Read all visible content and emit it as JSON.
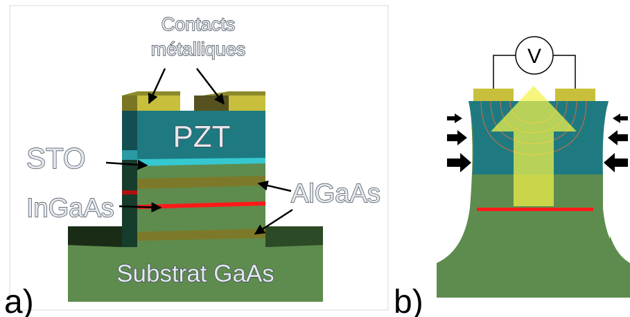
{
  "panel_a": {
    "tag": "a)",
    "labels": {
      "contacts_line1": "Contacts",
      "contacts_line2": "métalliques",
      "pzt": "PZT",
      "sto": "STO",
      "ingaas": "InGaAs",
      "algaas": "AlGaAs",
      "substrate": "Substrat GaAs"
    }
  },
  "panel_b": {
    "tag": "b)",
    "voltmeter": "V"
  },
  "colors": {
    "contact": "#c8c03c",
    "pzt": "#1e7a80",
    "sto": "#35c8d0",
    "gaas": "#5e8c4e",
    "algaas": "#7c7a2a",
    "ingaas": "#ff1a1a",
    "arrow_yellow": "#f2f24a"
  }
}
